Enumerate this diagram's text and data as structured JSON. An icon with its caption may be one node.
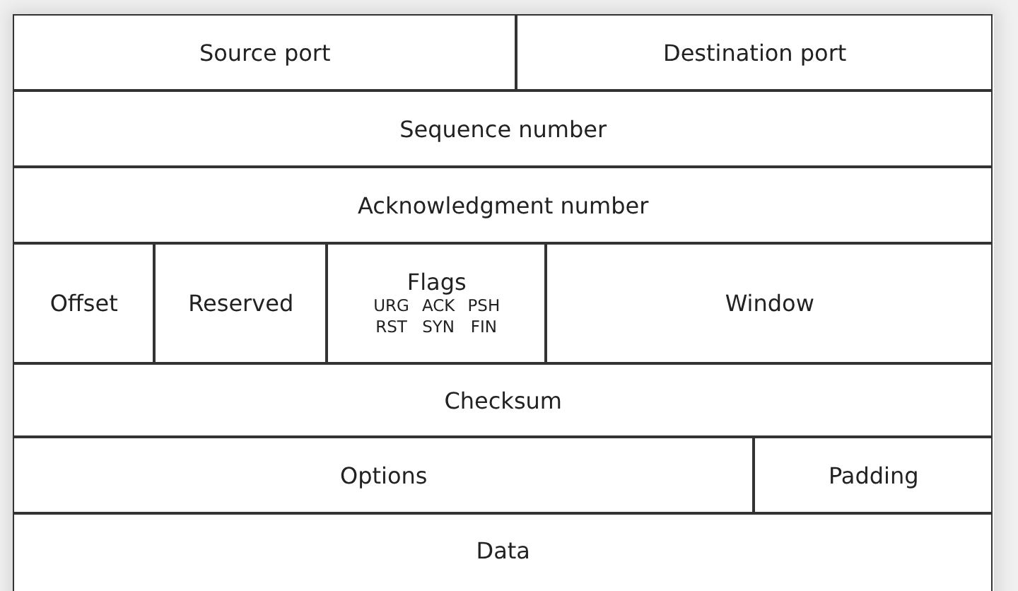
{
  "diagram": {
    "labels": [
      "Source port",
      "Destination port",
      "Sequence number",
      "Acknowledgment number",
      "Offset",
      "Reserved",
      "Flags",
      "URG",
      "ACK",
      "PSH",
      "RST",
      "SYN",
      "FIN",
      "Window",
      "Checksum",
      "Options",
      "Padding",
      "Data"
    ]
  }
}
